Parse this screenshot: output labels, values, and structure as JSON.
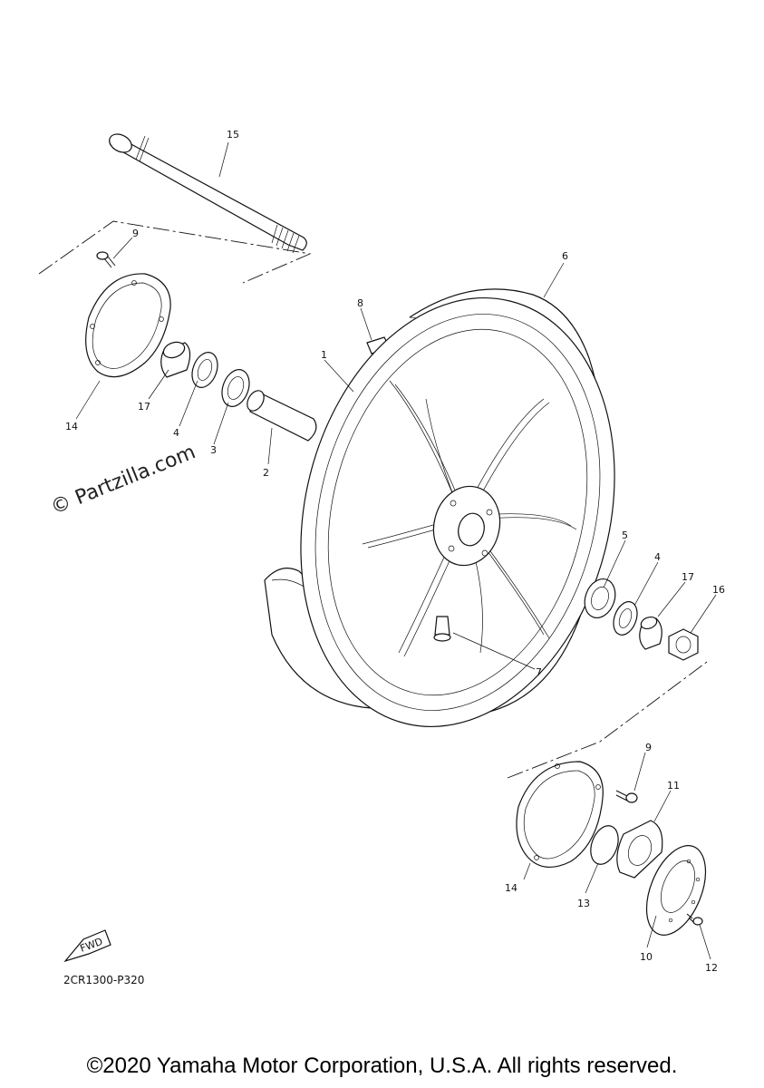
{
  "diagram_code": "2CR1300-P320",
  "watermark": "© Partzilla.com",
  "fwd_label": "FWD",
  "copyright": "©2020 Yamaha Motor Corporation, U.S.A. All rights reserved.",
  "callouts": {
    "c1": "1",
    "c2": "2",
    "c3": "3",
    "c4a": "4",
    "c4b": "4",
    "c5": "5",
    "c6": "6",
    "c7": "7",
    "c8": "8",
    "c9a": "9",
    "c9b": "9",
    "c10": "10",
    "c11": "11",
    "c12": "12",
    "c13": "13",
    "c14a": "14",
    "c14b": "14",
    "c15": "15",
    "c16": "16",
    "c17a": "17",
    "c17b": "17"
  }
}
